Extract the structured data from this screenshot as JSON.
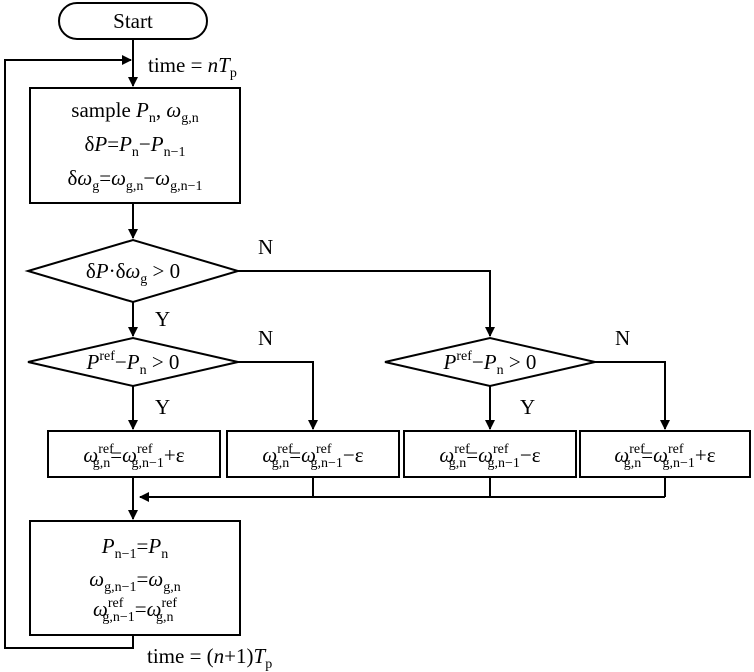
{
  "flowchart": {
    "start_label": "Start",
    "time_label": "time = ",
    "time_n": "n",
    "time_T": "T",
    "time_p": "p",
    "time_bottom_prefix": "time = (",
    "time_bottom_n": "n",
    "time_bottom_suffix": "+1)",
    "sample": {
      "line1_word": "sample ",
      "P": "P",
      "n": "n",
      "comma": ", ",
      "omega": "ω",
      "gn": "g,n",
      "delta": "δ",
      "eq": "=",
      "minus": "−",
      "n_minus_1": "n−1",
      "g": "g",
      "gn_minus_1": "g,n−1"
    },
    "decision_1": {
      "delta": "δ",
      "P": "P",
      "dot": "·δ",
      "omega": "ω",
      "g": "g",
      "gt0": " > 0"
    },
    "decision_2": {
      "P": "P",
      "ref": "ref",
      "minus": "−",
      "Pn": "P",
      "n": "n",
      "gt0": " > 0"
    },
    "decision_3": {
      "P": "P",
      "ref": "ref",
      "minus": "−",
      "Pn": "P",
      "n": "n",
      "gt0": " > 0"
    },
    "yes_label": "Y",
    "no_label": "N",
    "updates": [
      {
        "op": "+ε"
      },
      {
        "op": "−ε"
      },
      {
        "op": "−ε"
      },
      {
        "op": "+ε"
      }
    ],
    "update_parts": {
      "omega": "ω",
      "gn": "g,n",
      "ref": "ref",
      "eq": "=",
      "gn1": "g,n−1"
    },
    "store": {
      "P": "P",
      "n_minus_1": "n−1",
      "eq": "=",
      "n": "n",
      "omega": "ω",
      "g_n_minus_1": "g,n−1",
      "g_n": "g,n",
      "ref": "ref"
    }
  },
  "colors": {
    "stroke": "#000000",
    "background": "#ffffff"
  }
}
